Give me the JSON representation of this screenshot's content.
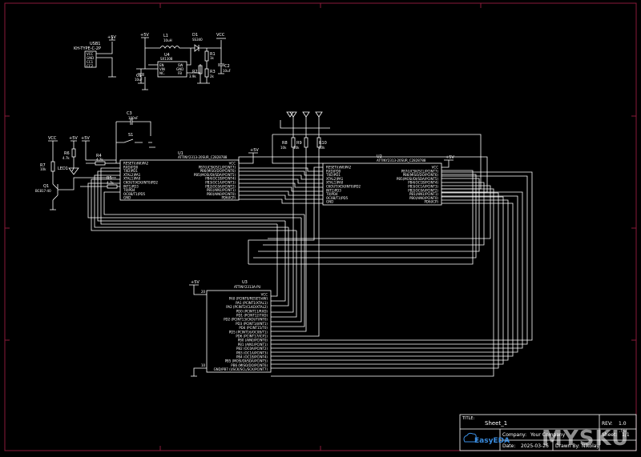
{
  "labels": {
    "usb_ref": "USB1",
    "usb_part": "KH-TYPE-C-2P",
    "usb_pins": [
      "VCC",
      "GND",
      "CC1",
      "CC2"
    ],
    "plus5v": "+5V",
    "vcc": "VCC",
    "l1": "L1",
    "l1_val": "10uH",
    "d1": "D1",
    "d1_part": "SS340",
    "u4": "U4",
    "u4_part": "SX1308",
    "u4_pins": [
      "EN",
      "VIN",
      "NC.",
      "SW",
      "GND",
      "FB"
    ],
    "r1": "R1",
    "r1_val": "1k",
    "r2": "R2",
    "r2_val": "3.9k",
    "r3": "R3",
    "r3_val": "2k",
    "c1": "C1",
    "c1_val": "10uF",
    "c2": "C2",
    "c2_val": "10uF",
    "c3": "C3",
    "c3_val": "100nF",
    "s1": "S1",
    "r4": "R4",
    "r4_val": "4.7k",
    "r5": "R5",
    "r5_val": "4.7k",
    "r6": "R6",
    "r6_val": "4.7k",
    "r7": "R7",
    "r7_val": "10k",
    "led1": "LED1",
    "q1": "Q1",
    "q1_part": "BC817-40",
    "r8": "R8",
    "r8_val": "10k",
    "r9": "R9",
    "r9_val": "10k",
    "r10": "R10",
    "r10_val": "10k",
    "u1": "U1",
    "u1_part": "ATTINY2313-20SUR_C2828788",
    "u2": "U2",
    "u2_part": "ATTINY2313-20SUR_C2828788",
    "u3": "U3",
    "u3_part": "ATTINY2313A-PU",
    "u1_left": [
      "RESET/(dW)PA2",
      "RXD)PD0",
      "TXD)PD1",
      "XTAL2)PA1",
      "XTAL1)PA0",
      "CKOUT/XCK/INT0)PD2",
      "INT1)PD3",
      "T0)PD4",
      "OC0B/T1)PD5",
      "GND"
    ],
    "u1_right": [
      "VCC",
      "PB7(UCSK/SCL/PCINT7)",
      "PB6(MISO/DO/PCINT6)",
      "PB5(MOSI/DI/SDA/PCINT5)",
      "PB4(OC1B/PCINT4)",
      "PB3(OC1A/PCINT3)",
      "PB2(OC0A/PCINT2)",
      "PB1(AIN1/PCINT1)",
      "PB0(AIN0/PCINT0)",
      "PD6(ICP)"
    ],
    "u3_pins": [
      "VCC",
      "PA0 (PCINT0/RESET/dW)",
      "PA1 (PCINT1/XTAL1)",
      "PA2 (PCINT2/CLKO/XTAL2)",
      "PD0 (PCINT11/RXD)",
      "PD1 (PCINT12/TXD)",
      "PD2 (PCINT13/CKOUT/INT0)",
      "PD3 (PCINT14/INT1)",
      "PD4 (PCINT15/T0)",
      "PD5 (PCINT16/OC0B/T1)",
      "PD6 (PCINT17/ICP1)",
      "PB0 (AIN0/PCINT0)",
      "PB1 (AIN1/PCINT1)",
      "PB2 (OC0A/PCINT2)",
      "PB3 (OC1A/PCINT3)",
      "PB4 (OC1B/PCINT4)",
      "PB5 (MOSI/DI/SDA/PCINT5)",
      "PB6 (MISO/DO/PCINT6)",
      "GND/PB7 (USCK/SCL/SCK/PCINT7)"
    ],
    "u3_pin_vcc": "20",
    "u3_pin_gnd": "10"
  },
  "title_block": {
    "title_label": "TITLE:",
    "title_value": "Sheet_1",
    "rev_label": "REV:",
    "rev_value": "1.0",
    "company_label": "Company:",
    "company_value": "Your Company",
    "sheet_label": "Sheet:",
    "sheet_value": "1/1",
    "date_label": "Date:",
    "date_value": "2025-03-26",
    "drawn_label": "Drawn By:",
    "drawn_value": "Nikolay",
    "brand": "EasyEDA",
    "watermark": "MYSKU",
    "watermark_suffix": ".ru"
  },
  "colors": {
    "background": "#000000",
    "wire": "#ffffff",
    "border": "#8a1a3a",
    "brand": "#3a8de0"
  }
}
